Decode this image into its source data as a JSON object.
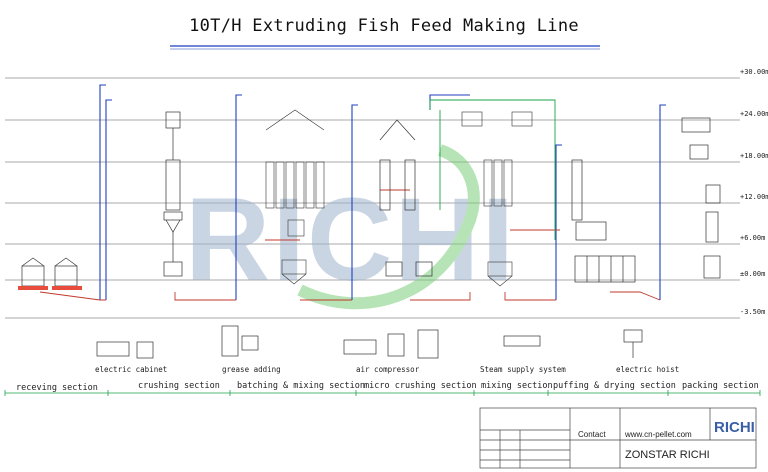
{
  "title": "10T/H Extruding Fish Feed Making Line",
  "elevations": [
    "+30.00m",
    "+24.00m",
    "+18.00m",
    "+12.00m",
    "+6.00m",
    "±0.00m",
    "-3.50m"
  ],
  "sections": [
    "receving section",
    "crushing section",
    "batching & mixing section",
    "micro crushing section",
    "mixing section",
    "puffing & drying section",
    "packing section"
  ],
  "equipment_labels": [
    "electric cabinet",
    "grease adding",
    "air compressor",
    "Steam supply system",
    "electric hoist"
  ],
  "watermark": "RICHI",
  "title_block": {
    "contact_label": "Contact",
    "website": "www.cn-pellet.com",
    "company": "ZONSTAR RICHI",
    "logo": "RICHI"
  },
  "colors": {
    "line_blue": "#1f3fbf",
    "line_red": "#c0392b",
    "line_green": "#1aa34a",
    "watermark_blue": "#9fb3cf",
    "watermark_green": "#7ccf7c"
  }
}
